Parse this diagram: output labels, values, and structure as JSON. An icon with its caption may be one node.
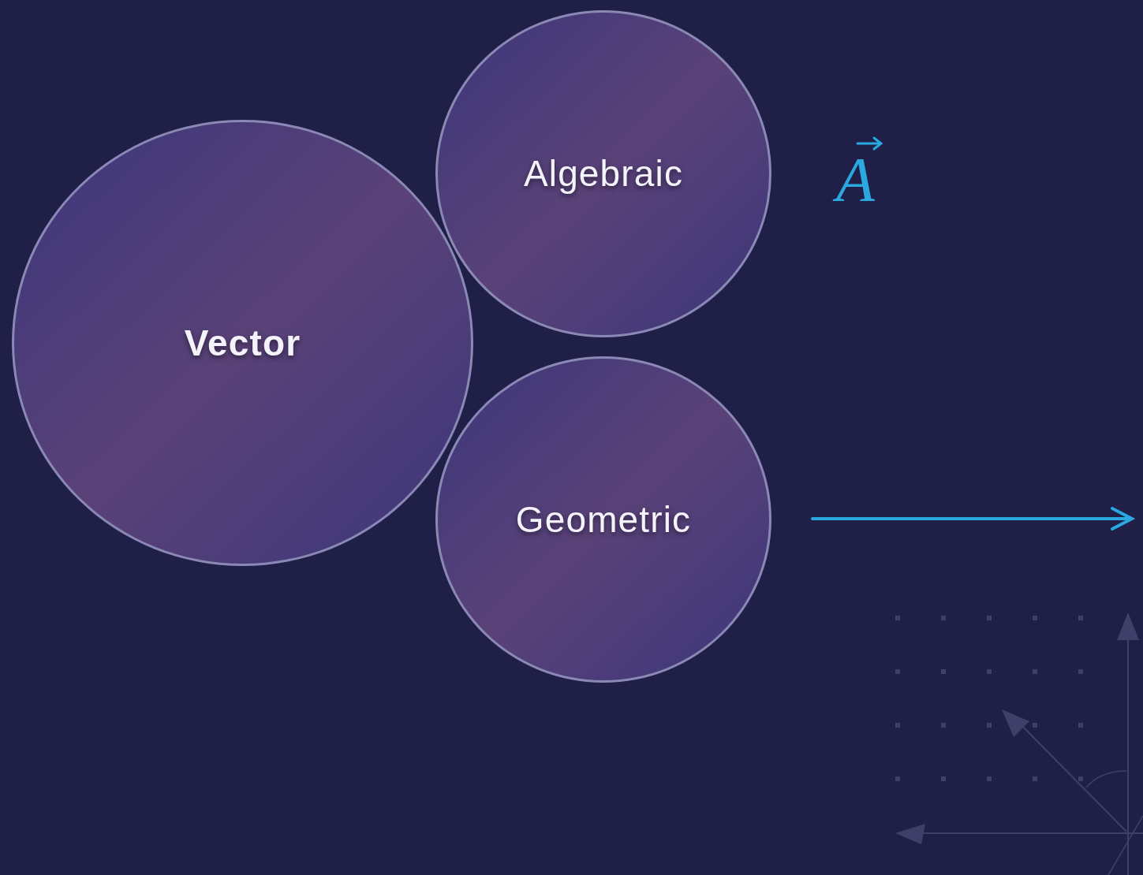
{
  "diagram": {
    "nodes": [
      {
        "text": [
          "Vector"
        ]
      },
      {
        "text": [
          "Algebraic"
        ]
      },
      {
        "text": [
          "Geometric"
        ]
      }
    ],
    "labels": [
      "A"
    ]
  }
}
